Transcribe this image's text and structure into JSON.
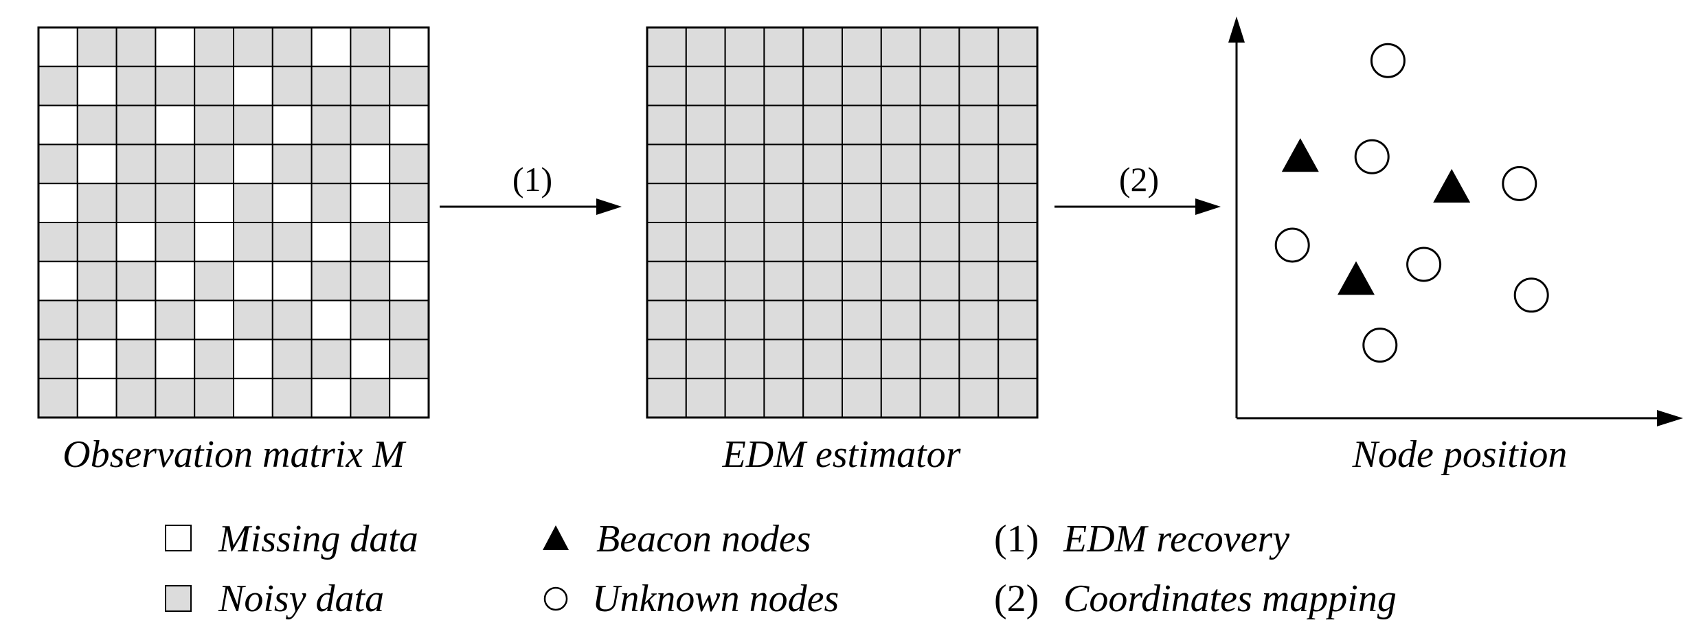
{
  "panels": {
    "observation": {
      "caption": "Observation matrix M",
      "rows": 10,
      "cols": 10,
      "cells": [
        [
          0,
          1,
          1,
          0,
          1,
          1,
          1,
          0,
          1,
          0
        ],
        [
          1,
          0,
          1,
          1,
          1,
          0,
          1,
          1,
          1,
          1
        ],
        [
          0,
          1,
          1,
          0,
          1,
          1,
          0,
          1,
          1,
          0
        ],
        [
          1,
          0,
          1,
          1,
          1,
          0,
          1,
          1,
          0,
          1
        ],
        [
          0,
          1,
          1,
          1,
          0,
          1,
          0,
          1,
          0,
          1
        ],
        [
          1,
          1,
          0,
          1,
          0,
          1,
          1,
          0,
          1,
          0
        ],
        [
          0,
          1,
          1,
          0,
          1,
          0,
          0,
          1,
          1,
          0
        ],
        [
          1,
          1,
          0,
          1,
          0,
          1,
          1,
          0,
          1,
          1
        ],
        [
          1,
          0,
          1,
          0,
          1,
          0,
          1,
          1,
          0,
          1
        ],
        [
          1,
          0,
          1,
          1,
          1,
          0,
          1,
          0,
          1,
          0
        ]
      ]
    },
    "edm": {
      "caption": "EDM estimator",
      "rows": 10,
      "cols": 10
    },
    "position": {
      "caption": "Node position",
      "beacons": [
        [
          0.16,
          0.68
        ],
        [
          0.54,
          0.6
        ],
        [
          0.3,
          0.36
        ]
      ],
      "unknowns": [
        [
          0.38,
          0.93
        ],
        [
          0.34,
          0.68
        ],
        [
          0.71,
          0.61
        ],
        [
          0.14,
          0.45
        ],
        [
          0.47,
          0.4
        ],
        [
          0.74,
          0.32
        ],
        [
          0.36,
          0.19
        ]
      ]
    }
  },
  "arrows": {
    "step1": "(1)",
    "step2": "(2)"
  },
  "legend": {
    "missing": "Missing data",
    "noisy": "Noisy data",
    "beacon": "Beacon nodes",
    "unknown": "Unknown nodes",
    "step1_num": "(1)",
    "step1_text": "EDM recovery",
    "step2_num": "(2)",
    "step2_text": "Coordinates mapping"
  },
  "colors": {
    "noisy_fill": "#dcdcdc",
    "missing_fill": "#ffffff",
    "line": "#000000"
  }
}
